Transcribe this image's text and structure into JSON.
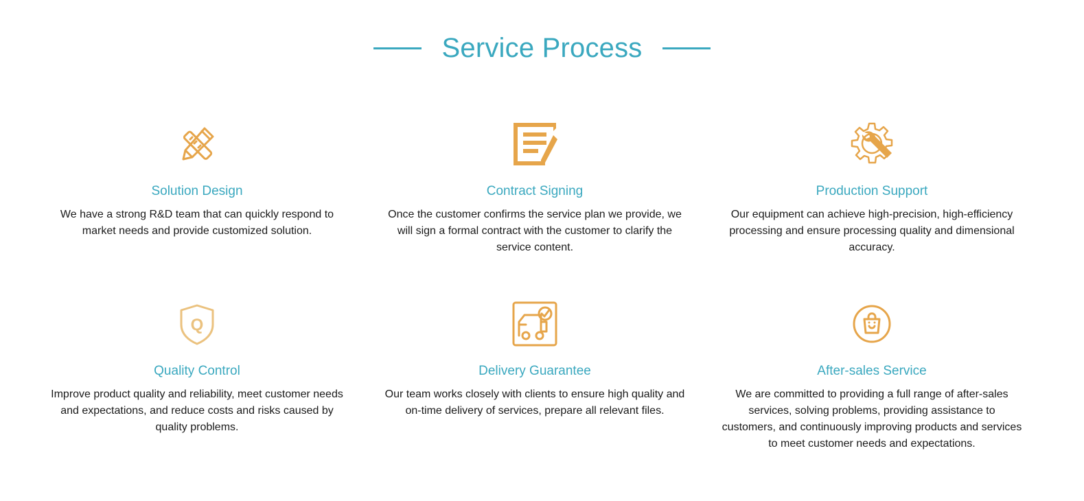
{
  "section": {
    "title": "Service Process"
  },
  "colors": {
    "accent": "#3aa8bf",
    "icon": "#e6a54a",
    "text": "#1a1a1a"
  },
  "services": [
    {
      "icon": "ruler-pencil-icon",
      "title": "Solution Design",
      "description": "We have a strong R&D team that can quickly respond to market needs and provide customized solution."
    },
    {
      "icon": "contract-document-icon",
      "title": "Contract Signing",
      "description": "Once the customer confirms the service plan we provide, we will sign a formal contract with the customer to clarify the service content."
    },
    {
      "icon": "gear-wrench-icon",
      "title": "Production Support",
      "description": "Our equipment can achieve high-precision, high-efficiency processing and ensure processing quality and dimensional accuracy."
    },
    {
      "icon": "quality-shield-icon",
      "title": "Quality Control",
      "description": "Improve product quality and reliability, meet customer needs and expectations, and reduce costs and risks caused by quality problems."
    },
    {
      "icon": "delivery-truck-icon",
      "title": "Delivery Guarantee",
      "description": "Our team works closely with clients to ensure high quality and on-time delivery of services, prepare all relevant files."
    },
    {
      "icon": "shopping-bag-icon",
      "title": "After-sales Service",
      "description": "We are committed to providing a full range of after-sales services, solving problems, providing assistance to customers, and continuously improving products and services to meet customer needs and expectations."
    }
  ]
}
